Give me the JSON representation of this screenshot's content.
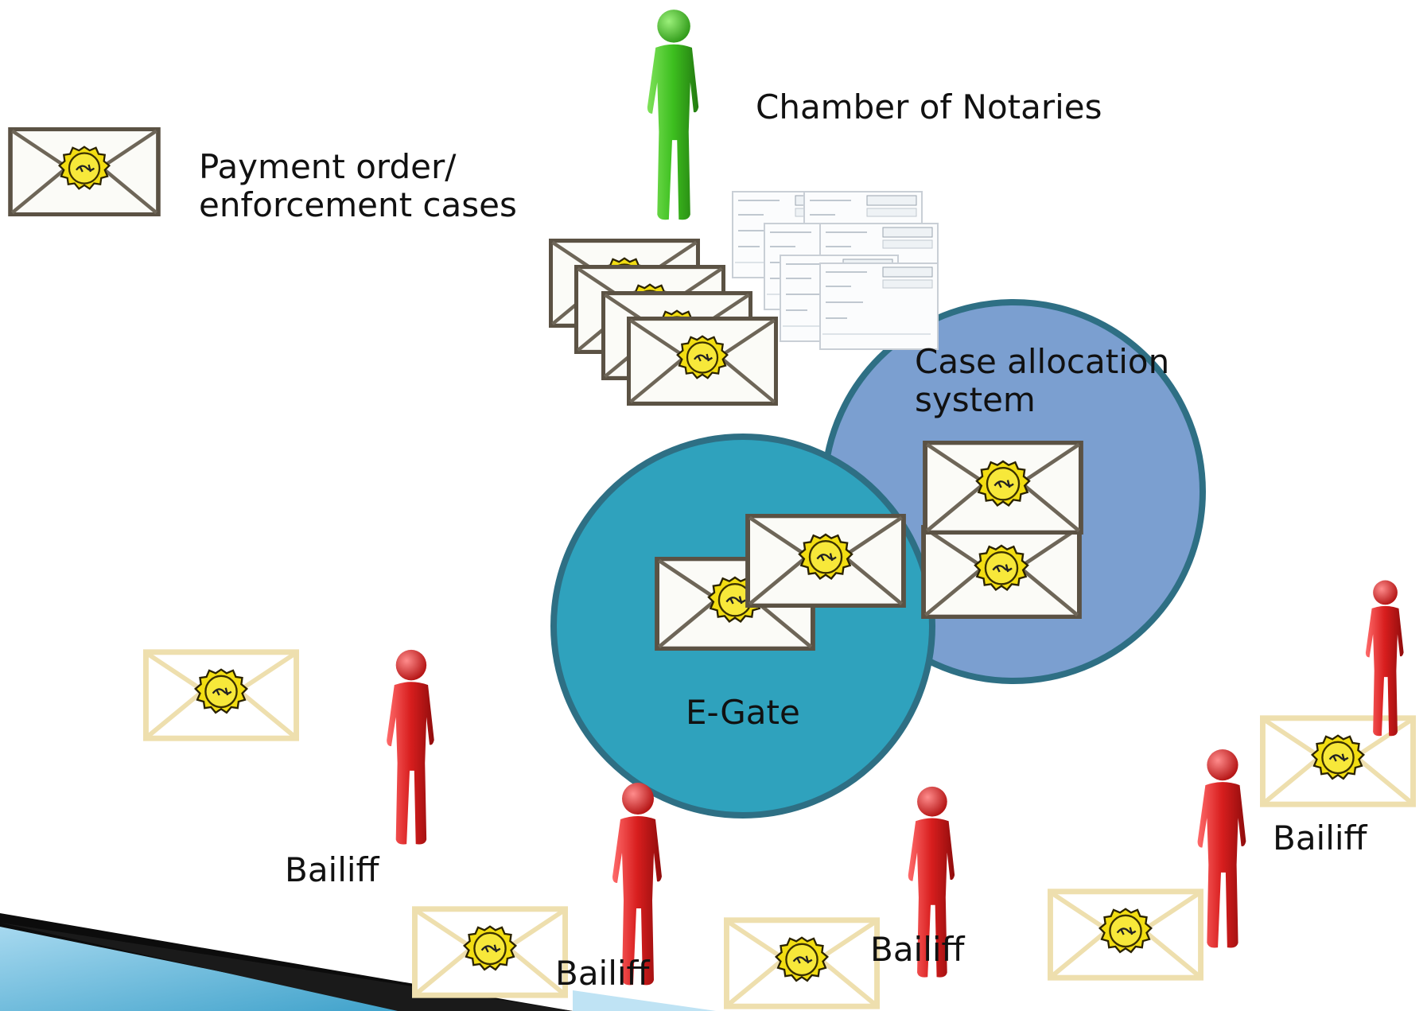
{
  "legend": {
    "label_line1": "Payment order/",
    "label_line2": "enforcement cases"
  },
  "nodes": {
    "chamber": {
      "label": "Chamber of Notaries"
    },
    "case_allocation": {
      "label_line1": "Case allocation",
      "label_line2": "system"
    },
    "egate": {
      "label": "E-Gate"
    }
  },
  "bailiffs": [
    {
      "label": "Bailiff"
    },
    {
      "label": "Bailiff"
    },
    {
      "label": "Bailiff"
    },
    {
      "label": "Bailiff"
    }
  ],
  "colors": {
    "case_allocation_fill": "#7b9fd0",
    "case_allocation_stroke": "#2e6f84",
    "egate_fill": "#2fa2bd",
    "egate_stroke": "#2e6f84",
    "chamber_figure": "#3dbf1f",
    "bailiff_figure": "#d81e1e",
    "seal": "#f2dd12",
    "corner_accent_dark": "#0c0c0c",
    "corner_accent_blue": "#56b4d8"
  },
  "icons": {
    "envelope": "sealed-envelope-icon",
    "person": "person-figure-icon",
    "document": "document-page-icon"
  }
}
